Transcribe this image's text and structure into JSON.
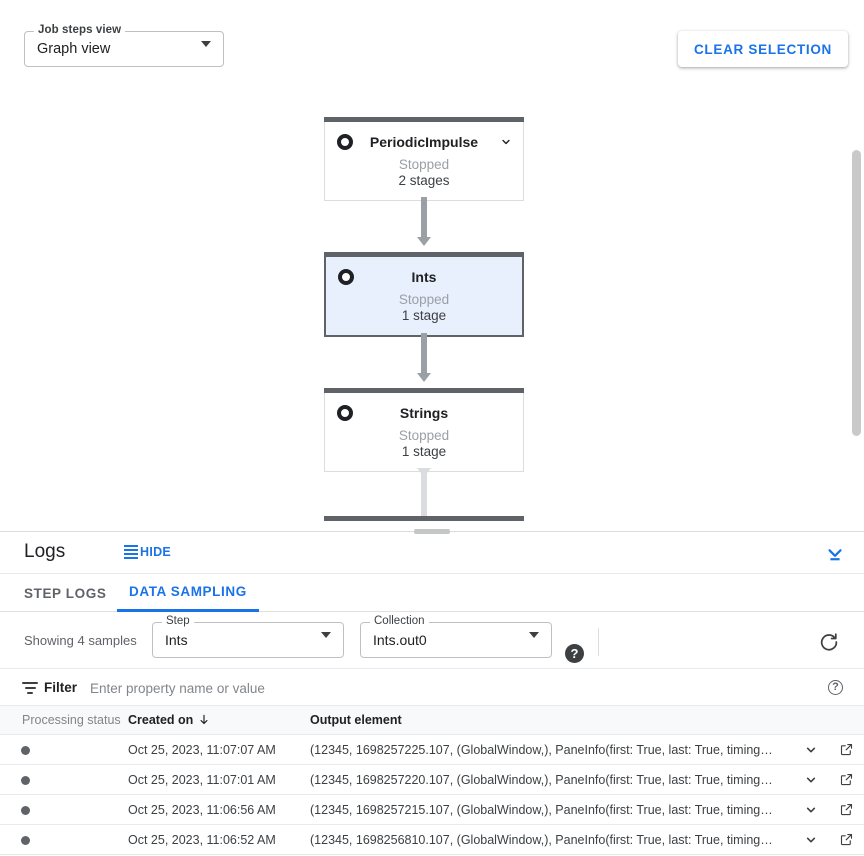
{
  "graph": {
    "job_steps_view": {
      "legend": "Job steps view",
      "value": "Graph view"
    },
    "clear_selection_label": "CLEAR SELECTION",
    "nodes": [
      {
        "title": "PeriodicImpulse",
        "status": "Stopped",
        "stages": "2 stages",
        "selected": false,
        "has_chevron": true
      },
      {
        "title": "Ints",
        "status": "Stopped",
        "stages": "1 stage",
        "selected": true,
        "has_chevron": false
      },
      {
        "title": "Strings",
        "status": "Stopped",
        "stages": "1 stage",
        "selected": false,
        "has_chevron": false
      }
    ]
  },
  "logs": {
    "title": "Logs",
    "hide_label": "HIDE",
    "tabs": [
      {
        "label": "STEP LOGS",
        "active": false
      },
      {
        "label": "DATA SAMPLING",
        "active": true
      }
    ],
    "controls": {
      "showing": "Showing 4 samples",
      "step": {
        "legend": "Step",
        "value": "Ints"
      },
      "collection": {
        "legend": "Collection",
        "value": "Ints.out0"
      },
      "help_glyph": "?",
      "refresh_icon": "refresh-icon"
    },
    "filter": {
      "label": "Filter",
      "placeholder": "Enter property name or value",
      "value": "",
      "help_glyph": "?"
    },
    "table": {
      "columns": [
        "Processing status",
        "Created on",
        "Output element"
      ],
      "sort_column": "Created on",
      "sort_direction": "desc",
      "rows": [
        {
          "status": "processed",
          "created_on": "Oct 25, 2023, 11:07:07 AM",
          "output_element": "(12345, 1698257225.107, (GlobalWindow,), PaneInfo(first: True, last: True, timing…"
        },
        {
          "status": "processed",
          "created_on": "Oct 25, 2023, 11:07:01 AM",
          "output_element": "(12345, 1698257220.107, (GlobalWindow,), PaneInfo(first: True, last: True, timing…"
        },
        {
          "status": "processed",
          "created_on": "Oct 25, 2023, 11:06:56 AM",
          "output_element": "(12345, 1698257215.107, (GlobalWindow,), PaneInfo(first: True, last: True, timing…"
        },
        {
          "status": "processed",
          "created_on": "Oct 25, 2023, 11:06:52 AM",
          "output_element": "(12345, 1698256810.107, (GlobalWindow,), PaneInfo(first: True, last: True, timing…"
        }
      ]
    }
  },
  "colors": {
    "accent": "#1a73e8",
    "node_bar": "#5f6368",
    "node_selected_bg": "#e8f0fe",
    "text_primary": "#202124",
    "text_secondary": "#5f6368"
  }
}
